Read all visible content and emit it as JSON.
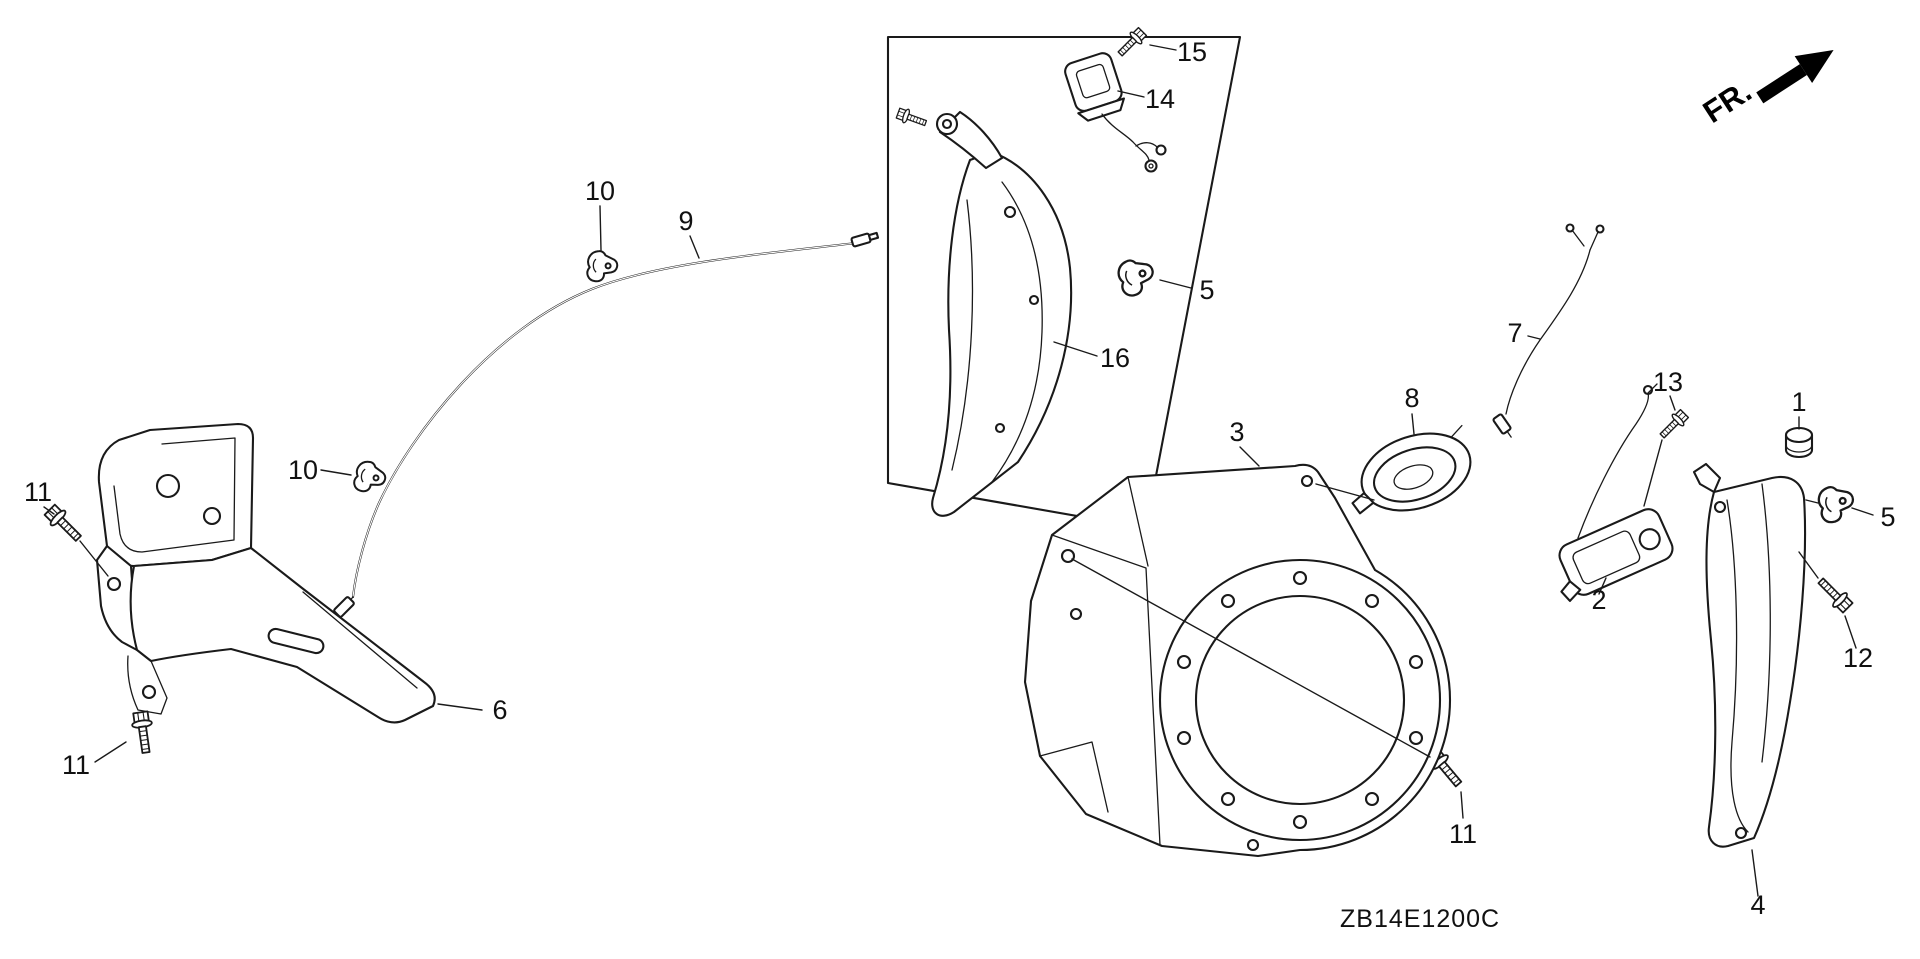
{
  "diagram": {
    "code": "ZB14E1200C",
    "direction_indicator": "FR.",
    "background_color": "#ffffff",
    "line_color": "#1a1a1a"
  },
  "callouts": {
    "c1": "1",
    "c2": "2",
    "c3": "3",
    "c4": "4",
    "c5_top": "5",
    "c5_right": "5",
    "c6": "6",
    "c7": "7",
    "c8": "8",
    "c9": "9",
    "c10_top": "10",
    "c10_left": "10",
    "c11_top_left": "11",
    "c11_bottom_left": "11",
    "c11_middle": "11",
    "c12": "12",
    "c13": "13",
    "c14": "14",
    "c15": "15",
    "c16": "16"
  }
}
